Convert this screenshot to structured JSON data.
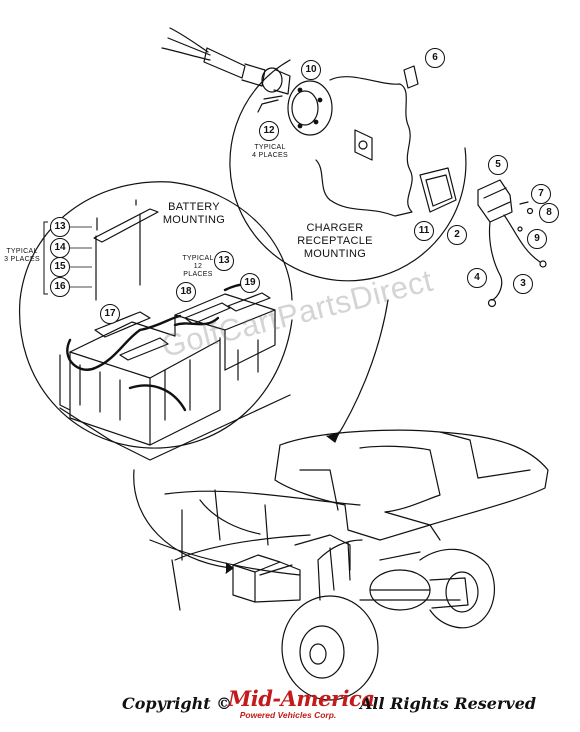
{
  "callouts": [
    "13",
    "14",
    "15",
    "16",
    "17",
    "18",
    "19",
    "13",
    "10",
    "12",
    "6",
    "5",
    "7",
    "8",
    "9",
    "2",
    "4",
    "3",
    "11"
  ],
  "labels": {
    "battery_mounting": "BATTERY\nMOUNTING",
    "charger_receptacle_mounting": "CHARGER\nRECEPTACLE\nMOUNTING",
    "typical_3_places": "TYPICAL\n3 PLACES",
    "typical_12_places": "TYPICAL\n12 PLACES",
    "typical_4_places": "TYPICAL\n4 PLACES"
  },
  "watermark": "GolfCartPartsDirect",
  "footer": {
    "copyright": "Copyright ©",
    "logo_main": "Mid-America",
    "logo_sub": "Powered Vehicles Corp.",
    "rights": "All Rights Reserved"
  },
  "colors": {
    "line": "#111111",
    "brand_red": "#c31b1b",
    "watermark": "#a0a0a0"
  }
}
